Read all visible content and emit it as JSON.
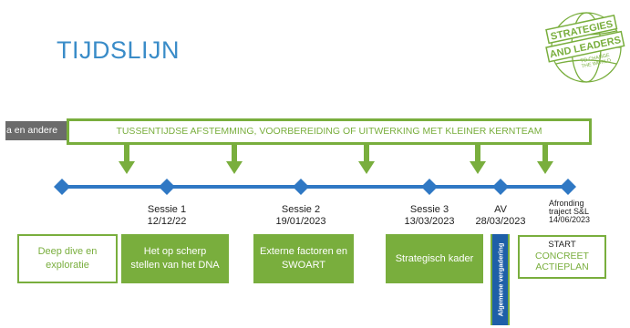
{
  "page": {
    "title": "TIJDSLIJN"
  },
  "logo": {
    "line1": "STRATEGIES",
    "line2": "AND LEADERS",
    "line3": "TO CHANGE",
    "line4": "THE WORLD",
    "icon": "globe-icon"
  },
  "banner": {
    "side_tag": "a en andere",
    "text": "TUSSENTIJDSE AFSTEMMING, VOORBEREIDING OF UITWERKING MET KLEINER KERNTEAM"
  },
  "milestones": [
    {
      "name": "Sessie 1",
      "date": "12/12/22"
    },
    {
      "name": "Sessie 2",
      "date": "19/01/2023"
    },
    {
      "name": "Sessie 3",
      "date": "13/03/2023"
    },
    {
      "name": "AV",
      "date": "28/03/2023"
    },
    {
      "name_line1": "Afronding",
      "name_line2": "traject S&L",
      "date": "14/06/2023"
    }
  ],
  "phases": [
    {
      "label": "Deep dive en exploratie"
    },
    {
      "label": "Het op scherp stellen van het DNA"
    },
    {
      "label": "Externe factoren en SWOART"
    },
    {
      "label": "Strategisch kader"
    }
  ],
  "av_bar": {
    "label": "Algemene vergadering"
  },
  "start_box": {
    "label": "START",
    "value_line1": "CONCREET",
    "value_line2": "ACTIEPLAN"
  },
  "colors": {
    "green": "#79ae3d",
    "blue": "#1e5fa8",
    "title_blue": "#3a8cc8",
    "diamond": "#2f78c4"
  }
}
